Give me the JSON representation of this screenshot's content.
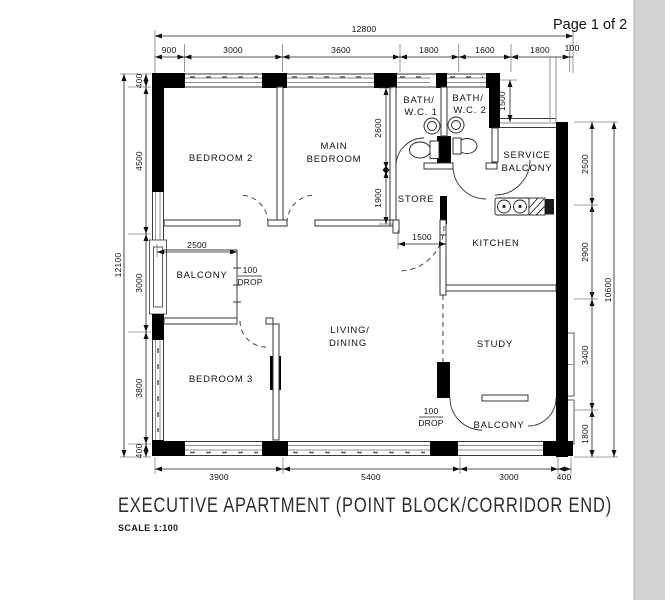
{
  "page": {
    "page_label": "Page 1 of 2",
    "title": "EXECUTIVE APARTMENT (POINT BLOCK/CORRIDOR END)",
    "scale_label": "SCALE 1:100"
  },
  "rooms": {
    "bedroom2": "BEDROOM 2",
    "main_bedroom_line1": "MAIN",
    "main_bedroom_line2": "BEDROOM",
    "bath1_line1": "BATH/",
    "bath1_line2": "W.C. 1",
    "bath2_line1": "BATH/",
    "bath2_line2": "W.C. 2",
    "service_line1": "SERVICE",
    "service_line2": "BALCONY",
    "store": "STORE",
    "kitchen": "KITCHEN",
    "balcony_left": "BALCONY",
    "living_line1": "LIVING/",
    "living_line2": "DINING",
    "study": "STUDY",
    "bedroom3": "BEDROOM 3",
    "balcony_right": "BALCONY"
  },
  "dims": {
    "top_total": "12800",
    "top": [
      "900",
      "3000",
      "3600",
      "1800",
      "1600",
      "1800",
      "100"
    ],
    "left_total": "12100",
    "left": [
      "400",
      "4500",
      "3000",
      "3800",
      "400"
    ],
    "right": [
      "2500",
      "2900",
      "3400",
      "1800"
    ],
    "right_total": "10600",
    "bottom": [
      "3900",
      "5400",
      "3000",
      "400"
    ],
    "balcony_width": "2500",
    "bath_zone": "2600",
    "store_zone": "1900",
    "entrance_width": "1500",
    "service_depth": "1500",
    "drop_left": {
      "value": "100",
      "label": "DROP"
    },
    "drop_right": {
      "value": "100",
      "label": "DROP"
    }
  }
}
